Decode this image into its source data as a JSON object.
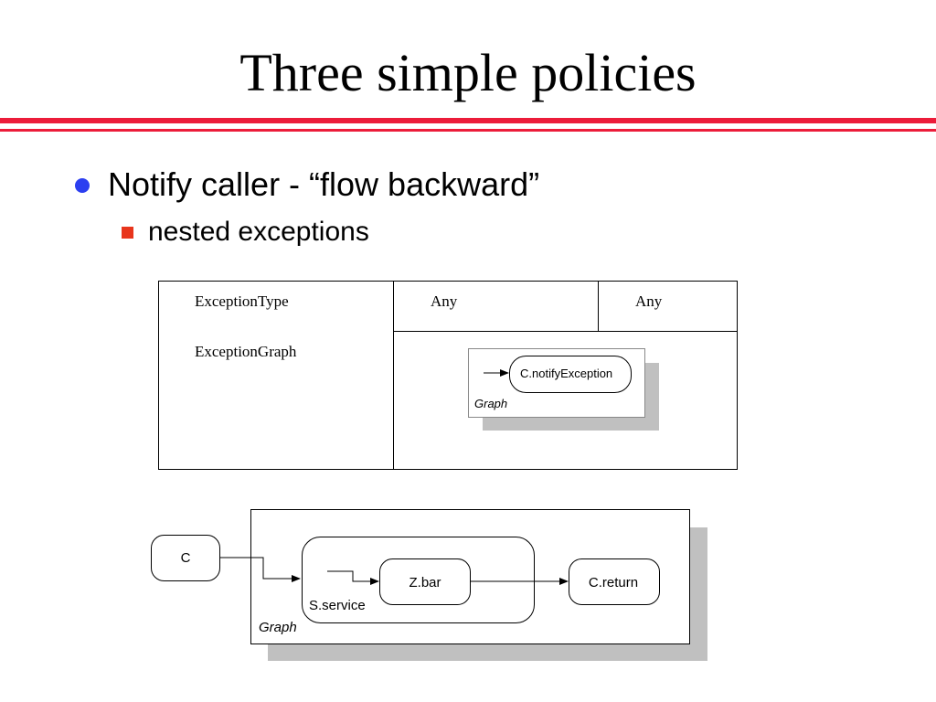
{
  "title": "Three simple policies",
  "bullets": {
    "level1": "Notify caller - “flow backward”",
    "level2": "nested exceptions"
  },
  "table": {
    "row1_label": "ExceptionType",
    "row2_label": "ExceptionGraph",
    "type_values": [
      "Any",
      "Any"
    ],
    "graph": {
      "node": "C.notifyException",
      "label": "Graph"
    }
  },
  "lower_graph": {
    "caller": "C",
    "service": "S.service",
    "inner_node": "Z.bar",
    "return_node": "C.return",
    "label": "Graph"
  },
  "colors": {
    "rule": "#ec1c3a",
    "bullet_dot": "#2c3ff0",
    "bullet_square": "#e8351c",
    "shadow": "#c0c0c0"
  }
}
